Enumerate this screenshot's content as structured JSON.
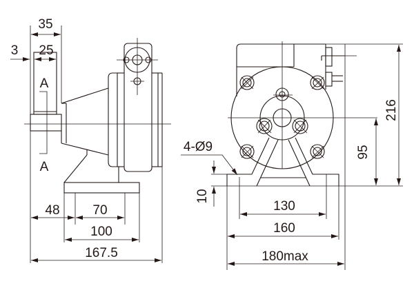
{
  "title": "Motor outline dimension drawing",
  "side_view": {
    "dims": {
      "d35": "35",
      "d3": "3",
      "d25": "25",
      "d48": "48",
      "d70": "70",
      "d100": "100",
      "d167": "167.5"
    },
    "section_label_top": "A",
    "section_label_bottom": "A"
  },
  "front_view": {
    "dims": {
      "holes": "4-Ø9",
      "d10": "10",
      "d130": "130",
      "d160": "160",
      "d180": "180max",
      "d95": "95",
      "d216": "216"
    }
  }
}
